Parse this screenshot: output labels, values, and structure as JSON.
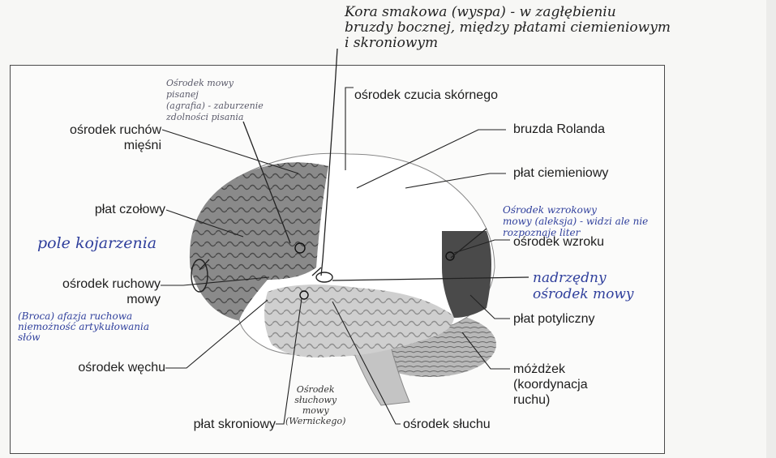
{
  "printed_labels": {
    "osrodek_czucia": "ośrodek czucia\nskórnego",
    "osrodek_ruchow": "ośrodek ruchów\nmięśni",
    "bruzda": "bruzda Rolanda",
    "plat_ciemieniowy": "płat ciemieniowy",
    "plat_czolowy": "płat czołowy",
    "osrodek_wzroku": "ośrodek wzroku",
    "osrodek_ruchowy_mowy": "ośrodek ruchowy\nmowy",
    "plat_potyliczny": "płat potyliczny",
    "osrodek_wechu": "ośrodek węchu",
    "mozdzek": "móżdżek\n(koordynacja\nruchu)",
    "plat_skroniowy": "płat skroniowy",
    "osrodek_sluchu": "ośrodek słuchu"
  },
  "handwritten": {
    "top_note": "Kora smakowa (wyspa) - w zagłębieniu\nbruzdy bocznej, między płatami ciemieniowym\ni skroniowym",
    "graphia": "Ośrodek mowy\npisanej\n(agrafia) - zaburzenie\nzdolności pisania",
    "pole_kojarzenia": "pole kojarzenia",
    "broca": "(Broca) afazja ruchowa\nniemożność artykułowania\nsłów",
    "aleksja": "Ośrodek wzrokowy\nmowy (aleksja) - widzi ale nie\nrozpoznaje liter",
    "nadrzedny": "nadrzędny\nośrodek mowy",
    "sluchowy": "Ośrodek\nsłuchowy\nmowy\n(Wernickego)"
  },
  "colors": {
    "lobe_dark": "#7a7a7a",
    "lobe_light": "#ffffff",
    "occipital": "#3e3e3e",
    "ink": "#2f3f9c"
  }
}
